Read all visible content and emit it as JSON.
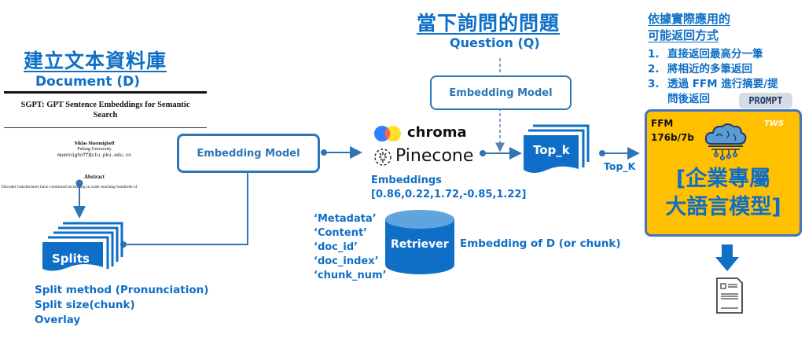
{
  "document_section": {
    "title_zh": "建立文本資料庫",
    "subtitle": "Document (D)",
    "paper": {
      "title_line1": "SGPT: GPT Sentence Embeddings for Semantic",
      "title_line2": "Search",
      "author": "Niklas Muennighoff",
      "affiliation": "Peking University",
      "email": "muennighoff@stu.pku.edu.cn",
      "abstract_heading": "Abstract",
      "abstract_text": "Decoder transformers have continued increasing in scale reaching hundreds of"
    }
  },
  "splits": {
    "label": "Splits",
    "notes": [
      "Split method (Pronunciation)",
      "Split size(chunk)",
      "Overlay"
    ]
  },
  "embedding_model_doc": {
    "label": "Embedding Model"
  },
  "question_section": {
    "title_zh": "當下詢問的問題",
    "subtitle": "Question (Q)",
    "embedding_model_label": "Embedding Model"
  },
  "vector_db": {
    "chroma_label": "chroma",
    "pinecone_label": "Pinecone",
    "embeddings_label": "Embeddings",
    "embeddings_vector": "[0.86,0.22,1.72,-0.85,1.22]"
  },
  "retriever": {
    "label": "Retriever",
    "fields": [
      "‘Metadata’",
      "‘Content’",
      "‘doc_id’",
      "‘doc_index’",
      "‘chunk_num’"
    ],
    "description": "Embedding of D (or chunk)"
  },
  "topk": {
    "label": "Top_k",
    "arrow_label": "Top_K"
  },
  "return_section": {
    "title_line1": "依據實際應用的",
    "title_line2": "可能返回方式",
    "items": [
      {
        "num": "1.",
        "text": "直接返回最高分一筆"
      },
      {
        "num": "2.",
        "text": "將相近的多筆返回"
      },
      {
        "num": "3.",
        "text": "透過 FFM 進行摘要/提"
      }
    ],
    "item3_cont": "問後返回",
    "prompt_label": "PROMPT"
  },
  "ffm": {
    "name": "FFM",
    "size": "176b/7b",
    "logo": "TWS",
    "title_line1": "[企業專屬",
    "title_line2": "大語言模型]"
  },
  "colors": {
    "primary_blue": "#0f6fc6",
    "box_border": "#2e75b6",
    "ffm_fill": "#ffc000"
  }
}
